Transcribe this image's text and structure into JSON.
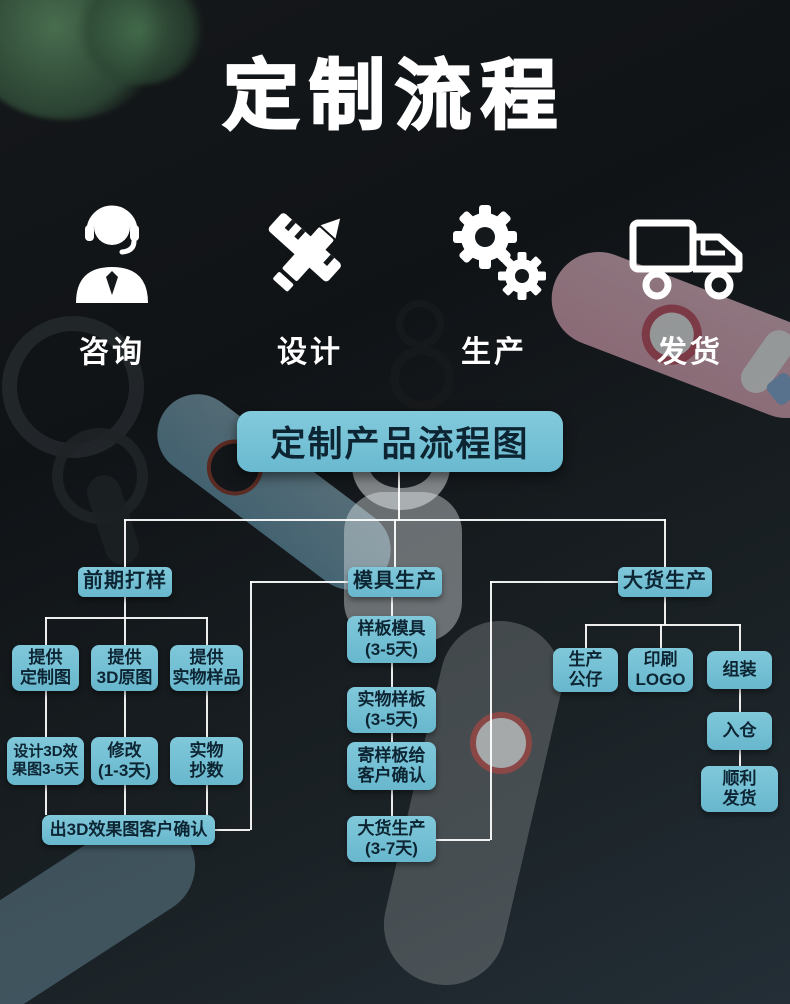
{
  "title": "定制流程",
  "steps": [
    {
      "label": "咨询",
      "icon": "customer-service-icon"
    },
    {
      "label": "设计",
      "icon": "design-pencil-icon"
    },
    {
      "label": "生产",
      "icon": "production-gears-icon"
    },
    {
      "label": "发货",
      "icon": "shipping-truck-icon"
    }
  ],
  "flowchart": {
    "title": "定制产品流程图",
    "sampling": {
      "header": "前期打样",
      "provide_custom_art": "提供\n定制图",
      "provide_3d_art": "提供\n3D原图",
      "provide_physical_sample": "提供\n实物样品",
      "design_3d_render": "设计3D效\n果图3-5天",
      "revise": "修改\n(1-3天)",
      "physical_scan": "实物\n抄数",
      "render_confirm": "出3D效果图客户确认"
    },
    "mold": {
      "header": "模具生产",
      "sample_mold": "样板模具\n(3-5天)",
      "physical_board": "实物样板\n(3-5天)",
      "send_sample_confirm": "寄样板给\n客户确认",
      "bulk_production": "大货生产\n(3-7天)"
    },
    "bulk": {
      "header": "大货生产",
      "produce_figure": "生产\n公仔",
      "print_logo": "印刷\nLOGO",
      "assemble": "组装",
      "warehouse_in": "入仓",
      "ship_out": "顺利\n发货"
    }
  },
  "colors": {
    "box_blue": "#74c1d6",
    "text_dark": "#0d2533",
    "background_dark": "#14181b",
    "line_white": "#ffffff"
  }
}
